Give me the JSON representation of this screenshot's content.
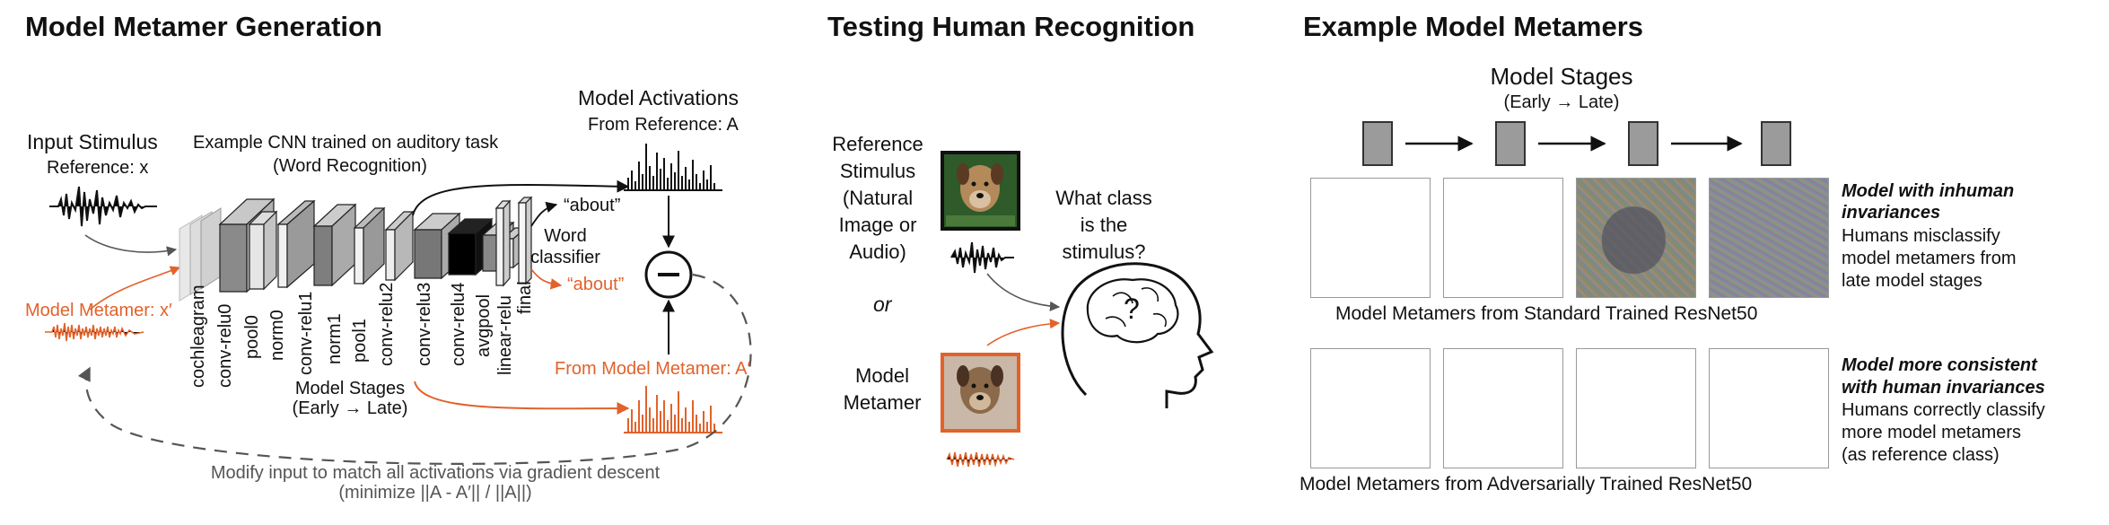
{
  "panels": {
    "generation": {
      "title": "Model Metamer Generation",
      "input_stimulus": "Input Stimulus",
      "reference_x": "Reference: x",
      "cnn_label_1": "Example CNN trained on auditory task",
      "cnn_label_2": "(Word Recognition)",
      "model_activations": "Model Activations",
      "from_reference": "From Reference: A",
      "about_black": "“about”",
      "word_classifier_1": "Word",
      "word_classifier_2": "classifier",
      "about_orange": "“about”",
      "model_metamer": "Model Metamer: x′",
      "from_metamer": "From Model Metamer: A′",
      "model_stages_1": "Model Stages",
      "model_stages_2": "(Early → Late)",
      "gradient_1": "Modify input to match all activations via gradient descent",
      "gradient_2": "(minimize ||A - A′|| / ||A||)",
      "layers": [
        "cochleagram",
        "conv-relu0",
        "pool0",
        "norm0",
        "conv-relu1",
        "norm1",
        "pool1",
        "conv-relu2",
        "conv-relu3",
        "conv-relu4",
        "avgpool",
        "linear-relu",
        "final"
      ]
    },
    "testing": {
      "title": "Testing Human Recognition",
      "reference_1": "Reference",
      "reference_2": "Stimulus",
      "reference_3": "(Natural",
      "reference_4": "Image or",
      "reference_5": "Audio)",
      "or": "or",
      "metamer_1": "Model",
      "metamer_2": "Metamer",
      "question_1": "What class",
      "question_2": "is the",
      "question_3": "stimulus?",
      "question_mark": "?"
    },
    "examples": {
      "title": "Example Model Metamers",
      "stages_1": "Model Stages",
      "stages_2": "(Early → Late)",
      "standard_caption": "Model Metamers from Standard Trained ResNet50",
      "adversarial_caption": "Model Metamers from Adversarially Trained ResNet50",
      "inhuman_1": "Model with inhuman",
      "inhuman_2": "invariances",
      "inhuman_3": "Humans misclassify",
      "inhuman_4": "model metamers from",
      "inhuman_5": "late model stages",
      "human_1": "Model more consistent",
      "human_2": "with human invariances",
      "human_3": "Humans correctly classify",
      "human_4": "more model metamers",
      "human_5": "(as reference class)"
    }
  },
  "colors": {
    "orange": "#e2622b",
    "black": "#111111",
    "gray_box": "#9b9b9b"
  }
}
